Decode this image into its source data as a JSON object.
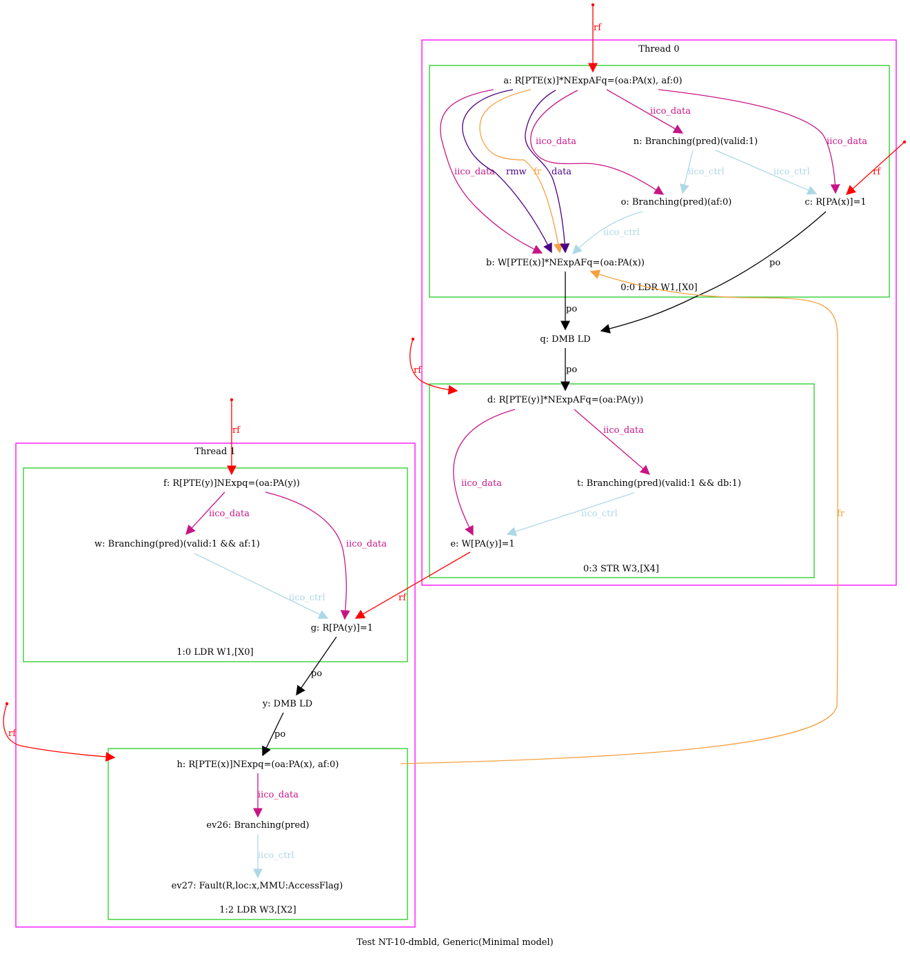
{
  "caption": "Test NT-10-dmbld, Generic(Minimal model)",
  "colors": {
    "rf": "#ff0000",
    "iico_data": "#c71585",
    "iico_ctrl": "#add8e6",
    "rmw": "#4b0082",
    "data": "#4b0082",
    "fr": "#f4a040",
    "po": "#000000",
    "thread": "#ff00ff",
    "instruction": "#22cc22"
  },
  "threads": [
    {
      "id": "thread0",
      "title": "Thread 0"
    },
    {
      "id": "thread1",
      "title": "Thread 1"
    }
  ],
  "instructions": [
    {
      "id": "i00",
      "label": "0:0 LDR W1,[X0]"
    },
    {
      "id": "i03",
      "label": "0:3 STR W3,[X4]"
    },
    {
      "id": "i10",
      "label": "1:0 LDR W1,[X0]"
    },
    {
      "id": "i12",
      "label": "1:2 LDR W3,[X2]"
    }
  ],
  "nodes": {
    "a": "a: R[PTE(x)]*NExpAFq=(oa:PA(x), af:0)",
    "n": "n: Branching(pred)(valid:1)",
    "o": "o: Branching(pred)(af:0)",
    "c": "c: R[PA(x)]=1",
    "b": "b: W[PTE(x)]*NExpAFq=(oa:PA(x))",
    "q": "q: DMB LD",
    "d": "d: R[PTE(y)]*NExpAFq=(oa:PA(y))",
    "t": "t: Branching(pred)(valid:1 && db:1)",
    "e": "e: W[PA(y)]=1",
    "f": "f: R[PTE(y)]NExpq=(oa:PA(y))",
    "w": "w: Branching(pred)(valid:1 && af:1)",
    "g": "g: R[PA(y)]=1",
    "y": "y: DMB LD",
    "h": "h: R[PTE(x)]NExpq=(oa:PA(x), af:0)",
    "ev26": "ev26: Branching(pred)",
    "ev27": "ev27: Fault(R,loc:x,MMU:AccessFlag)"
  },
  "edges": [
    {
      "id": "rf-init-a",
      "kind": "rf",
      "label": "rf"
    },
    {
      "id": "a-n",
      "kind": "iico_data",
      "label": "iico_data"
    },
    {
      "id": "a-c",
      "kind": "iico_data",
      "label": "iico_data"
    },
    {
      "id": "a-o",
      "kind": "iico_data",
      "label": "iico_data"
    },
    {
      "id": "a-b-iico",
      "kind": "iico_data",
      "label": "iico_data"
    },
    {
      "id": "a-b-rmw",
      "kind": "rmw",
      "label": "rmw"
    },
    {
      "id": "a-b-fr",
      "kind": "fr",
      "label": "fr"
    },
    {
      "id": "a-b-data",
      "kind": "data",
      "label": "data"
    },
    {
      "id": "n-o",
      "kind": "iico_ctrl",
      "label": "iico_ctrl"
    },
    {
      "id": "n-c",
      "kind": "iico_ctrl",
      "label": "iico_ctrl"
    },
    {
      "id": "o-b",
      "kind": "iico_ctrl",
      "label": "iico_ctrl"
    },
    {
      "id": "rf-init-c",
      "kind": "rf",
      "label": "rf"
    },
    {
      "id": "c-q",
      "kind": "po",
      "label": "po"
    },
    {
      "id": "b-q",
      "kind": "po",
      "label": "po"
    },
    {
      "id": "q-d",
      "kind": "po",
      "label": "po"
    },
    {
      "id": "rf-init-d",
      "kind": "rf",
      "label": "rf"
    },
    {
      "id": "d-t",
      "kind": "iico_data",
      "label": "iico_data"
    },
    {
      "id": "d-e",
      "kind": "iico_data",
      "label": "iico_data"
    },
    {
      "id": "t-e",
      "kind": "iico_ctrl",
      "label": "iico_ctrl"
    },
    {
      "id": "e-g",
      "kind": "rf",
      "label": "rf"
    },
    {
      "id": "h-b",
      "kind": "fr",
      "label": "fr"
    },
    {
      "id": "rf-init-f",
      "kind": "rf",
      "label": "rf"
    },
    {
      "id": "f-w",
      "kind": "iico_data",
      "label": "iico_data"
    },
    {
      "id": "f-g",
      "kind": "iico_data",
      "label": "iico_data"
    },
    {
      "id": "w-g",
      "kind": "iico_ctrl",
      "label": "iico_ctrl"
    },
    {
      "id": "g-y",
      "kind": "po",
      "label": "po"
    },
    {
      "id": "y-h",
      "kind": "po",
      "label": "po"
    },
    {
      "id": "rf-init-h",
      "kind": "rf",
      "label": "rf"
    },
    {
      "id": "h-ev26",
      "kind": "iico_data",
      "label": "iico_data"
    },
    {
      "id": "ev26-ev27",
      "kind": "iico_ctrl",
      "label": "iico_ctrl"
    }
  ]
}
